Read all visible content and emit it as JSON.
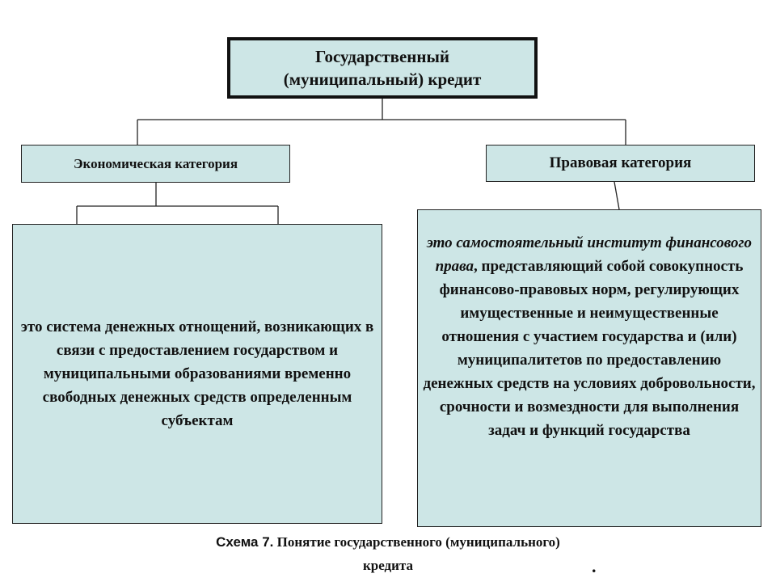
{
  "root": {
    "line1": "Государственный",
    "line2": "(муниципальный) кредит"
  },
  "economic": {
    "title": "Экономическая категория",
    "description": "это система  денежных  отнощений, возникающих в связи с предоставлением государством и муниципальными образованиями временно свободных денежных средств определенным субъектам"
  },
  "legal": {
    "title": "Правовая категория",
    "description_italic": "это  самостоятельный  институт  финансового  права",
    "description_rest": ", представляющий собой совокупность финансово-правовых норм, регулирующих имущественные  и неимущественные отношения с участием  государства и (или) муниципалитетов по предоставлению денежных средств на условиях добровольности, срочности   и возмездности  для выполнения  задач и функций государства"
  },
  "caption": {
    "label": "Схема 7.",
    "text": " Понятие государственного (муниципального)",
    "line2": "кредита",
    "dot": "."
  }
}
